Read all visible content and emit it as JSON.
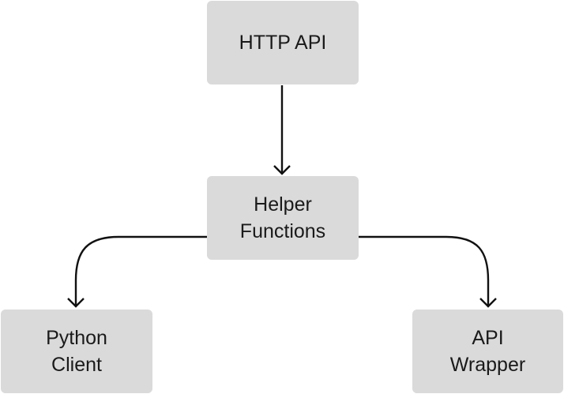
{
  "nodes": {
    "http_api": {
      "lines": [
        "HTTP API"
      ]
    },
    "helper_functions": {
      "lines": [
        "Helper",
        "Functions"
      ]
    },
    "python_client": {
      "lines": [
        "Python",
        "Client"
      ]
    },
    "api_wrapper": {
      "lines": [
        "API",
        "Wrapper"
      ]
    }
  },
  "edges": [
    {
      "from": "http_api",
      "to": "helper_functions"
    },
    {
      "from": "helper_functions",
      "to": "python_client"
    },
    {
      "from": "helper_functions",
      "to": "api_wrapper"
    }
  ],
  "colors": {
    "node_fill": "#dadada",
    "edge": "#111111",
    "text": "#1a1a1a"
  }
}
